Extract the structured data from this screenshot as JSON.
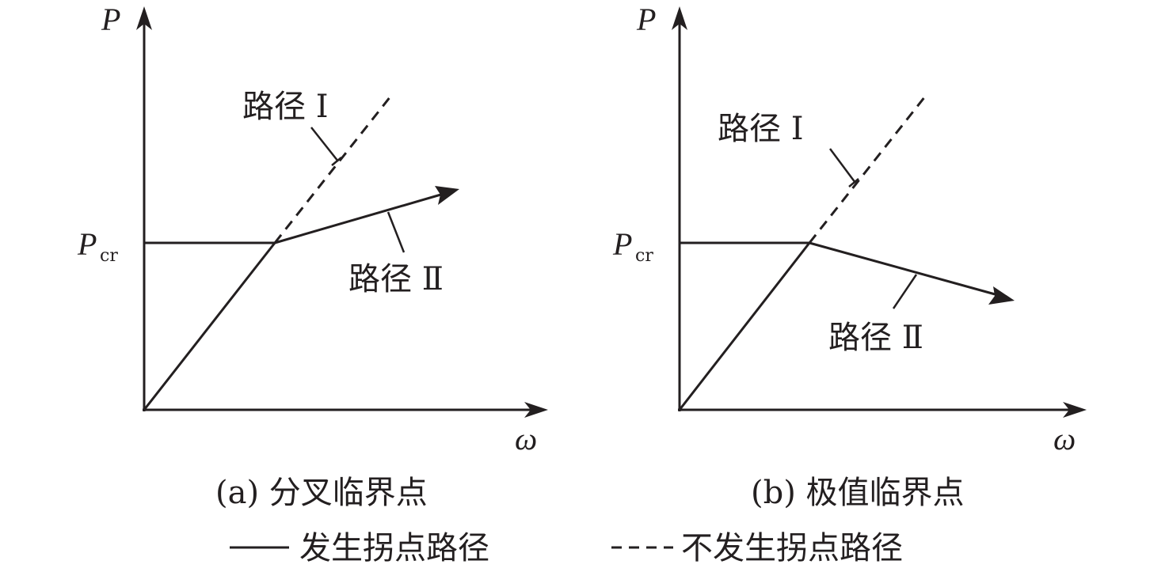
{
  "panels": [
    {
      "y_label": "P",
      "x_label": "ω",
      "critical_label": "P",
      "critical_sub": "cr",
      "path1": "路径 Ⅰ",
      "path2": "路径 Ⅱ",
      "caption": "(a) 分叉临界点"
    },
    {
      "y_label": "P",
      "x_label": "ω",
      "critical_label": "P",
      "critical_sub": "cr",
      "path1": "路径 Ⅰ",
      "path2": "路径 Ⅱ",
      "caption": "(b) 极值临界点"
    }
  ],
  "legend": {
    "solid": "发生拐点路径",
    "dashed": "不发生拐点路径"
  }
}
